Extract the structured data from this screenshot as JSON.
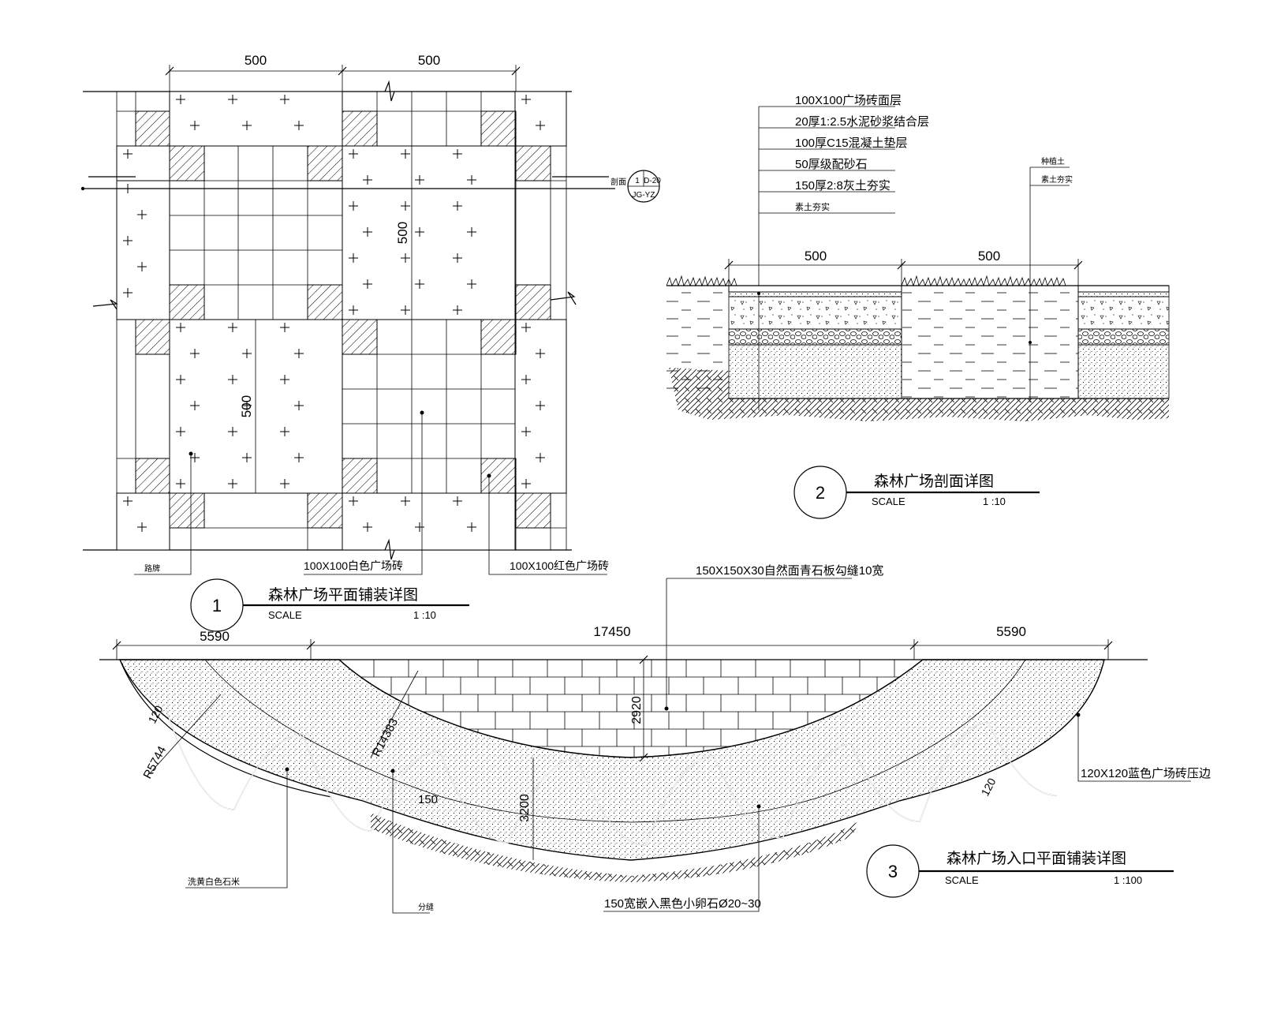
{
  "plan": {
    "dims": {
      "left": "500",
      "right": "500",
      "vert_a": "500",
      "vert_b": "500"
    },
    "section_tag": "剖面",
    "callout": {
      "num": "1",
      "sheet": "D-20",
      "code": "JG-YZ"
    },
    "labels": {
      "curb": "路牌",
      "white_tile": "100X100白色广场砖",
      "red_tile": "100X100红色广场砖"
    },
    "title": {
      "num": "1",
      "name": "森林广场平面铺装详图",
      "scale_word": "SCALE",
      "scale": "1 :10"
    }
  },
  "section": {
    "layers": [
      "100X100广场砖面层",
      "20厚1:2.5水泥砂浆结合层",
      "100厚C15混凝土垫层",
      "50厚级配砂石",
      "150厚2:8灰土夯实",
      "素土夯实"
    ],
    "side_labels": [
      "种植土",
      "素土夯实"
    ],
    "dims": {
      "left": "500",
      "right": "500"
    },
    "title": {
      "num": "2",
      "name": "森林广场剖面详图",
      "scale_word": "SCALE",
      "scale": "1 :10"
    }
  },
  "entrance": {
    "top_label": "150X150X30自然面青石板勾缝10宽",
    "dims": {
      "left": "5590",
      "mid": "17450",
      "right": "5590",
      "depth1": "2920",
      "depth2": "3200",
      "band_a": "120",
      "band_b": "150",
      "band_c": "120"
    },
    "radii": {
      "outer": "R5744",
      "inner": "R14383"
    },
    "labels": {
      "tile": "120X120蓝色广场砖压边",
      "wash": "洗黄白色石米",
      "joint": "分缝",
      "pebble": "150宽嵌入黑色小卵石Ø20~30"
    },
    "title": {
      "num": "3",
      "name": "森林广场入口平面铺装详图",
      "scale_word": "SCALE",
      "scale": "1 :100"
    }
  },
  "colors": {
    "ink": "#000000",
    "paper": "#ffffff"
  }
}
